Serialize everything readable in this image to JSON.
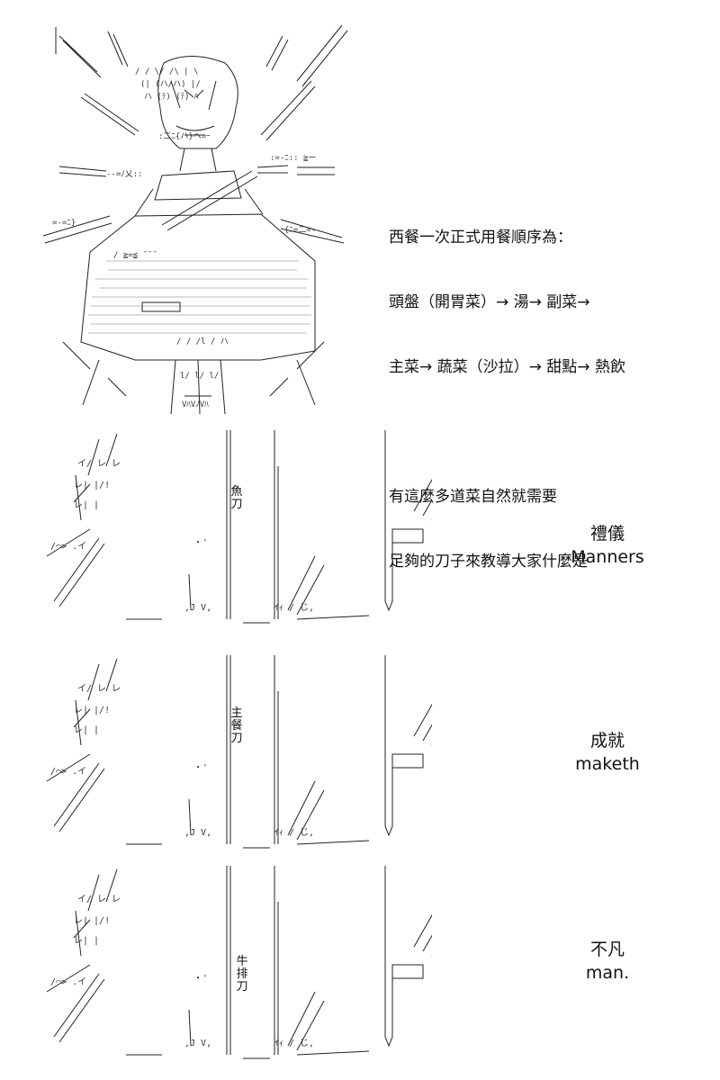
{
  "intro": {
    "line1": "西餐一次正式用餐順序為：",
    "line2": "頭盤（開胃菜）→ 湯→ 副菜→",
    "line3": "主菜→ 蔬菜（沙拉）→ 甜點→ 熱飲",
    "line4": "有這麼多道菜自然就需要",
    "line5": "足夠的刀子來教導大家什麼是"
  },
  "panels": [
    {
      "knife_label": "魚刀",
      "caption_zh": "禮儀",
      "caption_en": "Manners"
    },
    {
      "knife_label": "主餐刀",
      "caption_zh": "成就",
      "caption_en": "maketh"
    },
    {
      "knife_label": "牛排刀",
      "caption_zh": "不凡",
      "caption_en": "man."
    }
  ]
}
